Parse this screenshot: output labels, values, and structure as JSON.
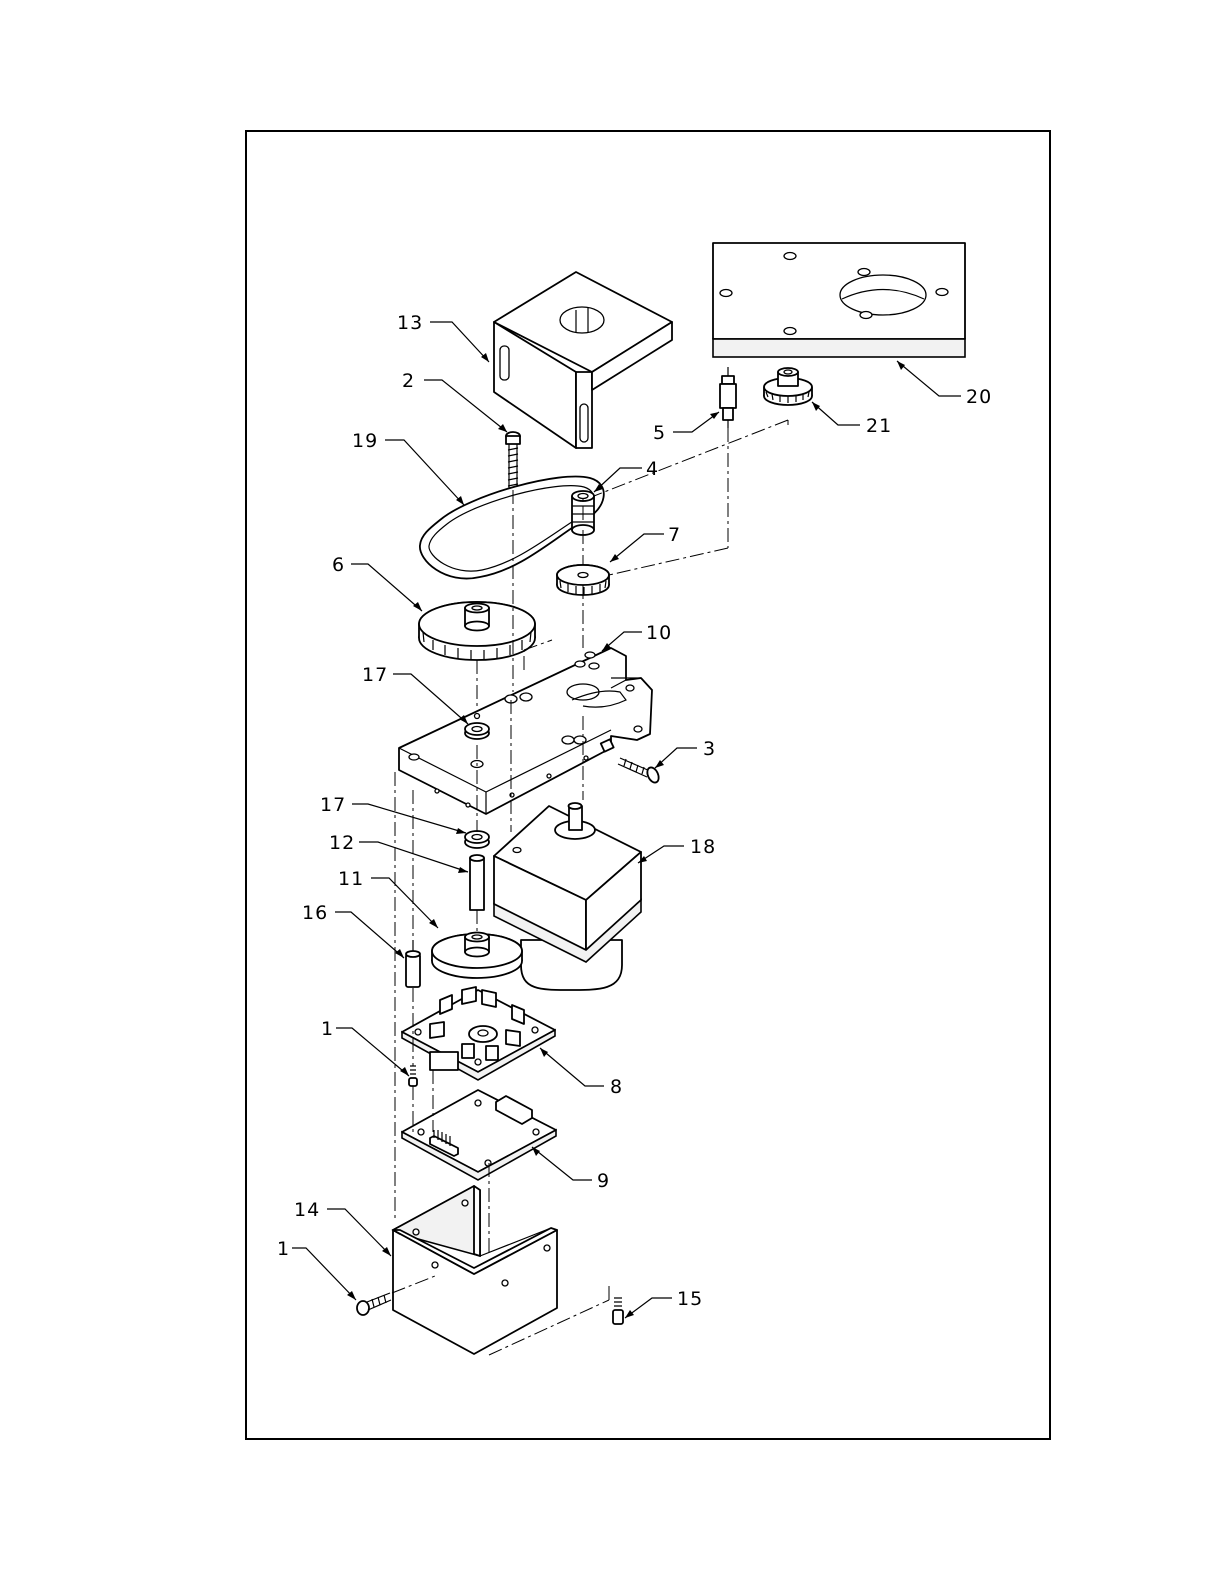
{
  "callouts": [
    {
      "id": "13",
      "text": "13"
    },
    {
      "id": "2",
      "text": "2"
    },
    {
      "id": "19",
      "text": "19"
    },
    {
      "id": "4",
      "text": "4"
    },
    {
      "id": "5",
      "text": "5"
    },
    {
      "id": "21",
      "text": "21"
    },
    {
      "id": "20",
      "text": "20"
    },
    {
      "id": "7",
      "text": "7"
    },
    {
      "id": "6",
      "text": "6"
    },
    {
      "id": "10",
      "text": "10"
    },
    {
      "id": "17a",
      "text": "17"
    },
    {
      "id": "3",
      "text": "3"
    },
    {
      "id": "17b",
      "text": "17"
    },
    {
      "id": "12",
      "text": "12"
    },
    {
      "id": "18",
      "text": "18"
    },
    {
      "id": "11",
      "text": "11"
    },
    {
      "id": "16",
      "text": "16"
    },
    {
      "id": "1a",
      "text": "1"
    },
    {
      "id": "8",
      "text": "8"
    },
    {
      "id": "9",
      "text": "9"
    },
    {
      "id": "14",
      "text": "14"
    },
    {
      "id": "1b",
      "text": "1"
    },
    {
      "id": "15",
      "text": "15"
    }
  ],
  "colors": {
    "line": "#000000",
    "background": "#ffffff",
    "face": "#f2f2f2"
  }
}
